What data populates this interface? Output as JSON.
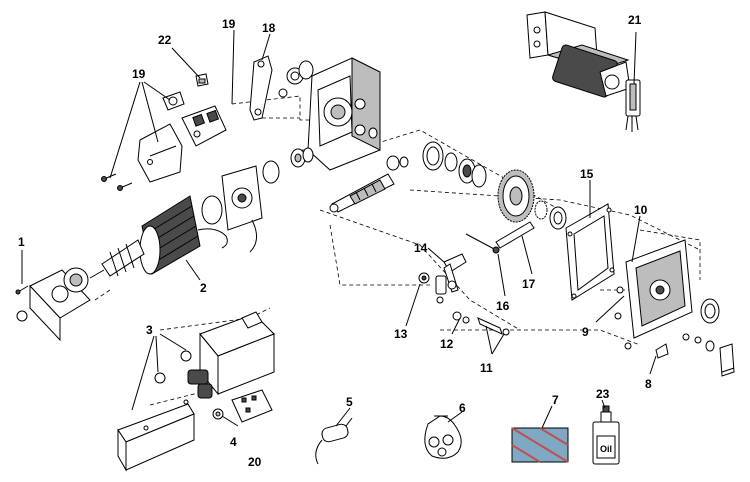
{
  "labels": {
    "p1": "1",
    "p2": "2",
    "p3": "3",
    "p4": "4",
    "p5": "5",
    "p6": "6",
    "p7": "7",
    "p8": "8",
    "p9": "9",
    "p10": "10",
    "p11": "11",
    "p12": "12",
    "p13": "13",
    "p14": "14",
    "p15": "15",
    "p16": "16",
    "p17": "17",
    "p18": "18",
    "p19a": "19",
    "p19b": "19",
    "p20": "20",
    "p21": "21",
    "p22": "22",
    "p23": "23"
  },
  "oil_text": "Oil"
}
